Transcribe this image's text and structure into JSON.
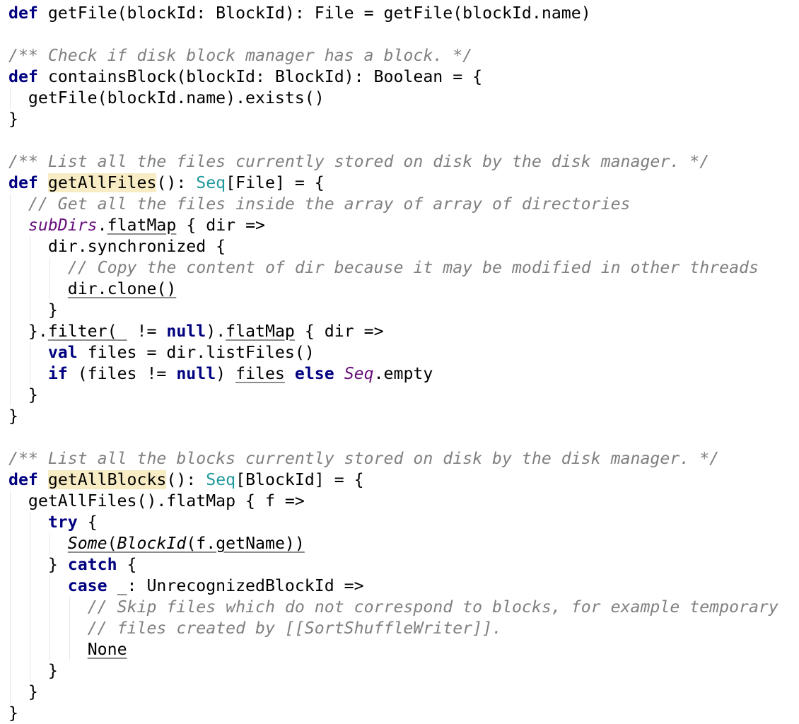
{
  "editor": {
    "language": "scala",
    "lines": [
      {
        "indent": 0,
        "tokens": [
          {
            "t": "def",
            "c": "keyword"
          },
          {
            "t": " getFile(blockId: BlockId): File = getFile(blockId.name)"
          }
        ]
      },
      {
        "indent": 0,
        "tokens": []
      },
      {
        "indent": 0,
        "tokens": [
          {
            "t": "/** Check if disk block manager has a block. */",
            "c": "doc"
          }
        ]
      },
      {
        "indent": 0,
        "tokens": [
          {
            "t": "def",
            "c": "keyword"
          },
          {
            "t": " containsBlock(blockId: BlockId): Boolean = {"
          }
        ]
      },
      {
        "indent": 1,
        "tokens": [
          {
            "t": "getFile(blockId.name).exists()"
          }
        ]
      },
      {
        "indent": 0,
        "tokens": [
          {
            "t": "}"
          }
        ]
      },
      {
        "indent": 0,
        "tokens": []
      },
      {
        "indent": 0,
        "tokens": [
          {
            "t": "/** List all the files currently stored on disk by the disk manager. */",
            "c": "doc"
          }
        ]
      },
      {
        "indent": 0,
        "tokens": [
          {
            "t": "def",
            "c": "keyword"
          },
          {
            "t": " "
          },
          {
            "t": "getAllFiles",
            "c": "hl"
          },
          {
            "t": "(): "
          },
          {
            "t": "Seq",
            "c": "type"
          },
          {
            "t": "[File] = {"
          }
        ]
      },
      {
        "indent": 1,
        "tokens": [
          {
            "t": "// Get all the files inside the array of array of directories",
            "c": "comment"
          }
        ]
      },
      {
        "indent": 1,
        "tokens": [
          {
            "t": "subDirs",
            "c": "member"
          },
          {
            "t": "."
          },
          {
            "t": "flatMap",
            "c": "ul"
          },
          {
            "t": " { dir =>"
          }
        ]
      },
      {
        "indent": 2,
        "tokens": [
          {
            "t": "dir.synchronized {"
          }
        ]
      },
      {
        "indent": 3,
        "tokens": [
          {
            "t": "// Copy the content of dir because it may be modified in other threads",
            "c": "comment"
          }
        ]
      },
      {
        "indent": 3,
        "tokens": [
          {
            "t": "dir.clone()",
            "c": "ul"
          }
        ]
      },
      {
        "indent": 2,
        "tokens": [
          {
            "t": "}"
          }
        ]
      },
      {
        "indent": 1,
        "tokens": [
          {
            "t": "}."
          },
          {
            "t": "filter(",
            "c": "ul"
          },
          {
            "t": "_ != "
          },
          {
            "t": "null",
            "c": "keyword"
          },
          {
            "t": ")."
          },
          {
            "t": "flatMap",
            "c": "ul"
          },
          {
            "t": " { dir =>"
          }
        ]
      },
      {
        "indent": 2,
        "tokens": [
          {
            "t": "val",
            "c": "keyword"
          },
          {
            "t": " files = dir.listFiles()"
          }
        ]
      },
      {
        "indent": 2,
        "tokens": [
          {
            "t": "if",
            "c": "keyword"
          },
          {
            "t": " (files != "
          },
          {
            "t": "null",
            "c": "keyword"
          },
          {
            "t": ") "
          },
          {
            "t": "files",
            "c": "ul"
          },
          {
            "t": " "
          },
          {
            "t": "else",
            "c": "keyword"
          },
          {
            "t": " "
          },
          {
            "t": "Seq",
            "c": "obj"
          },
          {
            "t": ".empty"
          }
        ]
      },
      {
        "indent": 1,
        "tokens": [
          {
            "t": "}"
          }
        ]
      },
      {
        "indent": 0,
        "tokens": [
          {
            "t": "}"
          }
        ]
      },
      {
        "indent": 0,
        "tokens": []
      },
      {
        "indent": 0,
        "tokens": [
          {
            "t": "/** List all the blocks currently stored on disk by the disk manager. */",
            "c": "doc"
          }
        ]
      },
      {
        "indent": 0,
        "tokens": [
          {
            "t": "def",
            "c": "keyword"
          },
          {
            "t": " "
          },
          {
            "t": "getAllBlocks",
            "c": "hl"
          },
          {
            "t": "(): "
          },
          {
            "t": "Seq",
            "c": "type"
          },
          {
            "t": "[BlockId] = {"
          }
        ]
      },
      {
        "indent": 1,
        "tokens": [
          {
            "t": "getAllFiles().flatMap { f =>"
          }
        ]
      },
      {
        "indent": 2,
        "tokens": [
          {
            "t": "try",
            "c": "keyword"
          },
          {
            "t": " {"
          }
        ]
      },
      {
        "indent": 3,
        "tokens": [
          {
            "t": "Some",
            "c": "ul-italic"
          },
          {
            "t": "(",
            "c": "ul"
          },
          {
            "t": "BlockId",
            "c": "ul-italic"
          },
          {
            "t": "(f.getName))",
            "c": "ul"
          }
        ]
      },
      {
        "indent": 2,
        "tokens": [
          {
            "t": "} "
          },
          {
            "t": "catch",
            "c": "keyword"
          },
          {
            "t": " {"
          }
        ]
      },
      {
        "indent": 3,
        "tokens": [
          {
            "t": "case",
            "c": "keyword"
          },
          {
            "t": " _: UnrecognizedBlockId =>"
          }
        ]
      },
      {
        "indent": 4,
        "tokens": [
          {
            "t": "// Skip files which do not correspond to blocks, for example temporary",
            "c": "comment"
          }
        ]
      },
      {
        "indent": 4,
        "tokens": [
          {
            "t": "// files created by [[SortShuffleWriter]].",
            "c": "comment"
          }
        ]
      },
      {
        "indent": 4,
        "tokens": [
          {
            "t": "None",
            "c": "ul"
          }
        ]
      },
      {
        "indent": 2,
        "tokens": [
          {
            "t": "}"
          }
        ]
      },
      {
        "indent": 1,
        "tokens": [
          {
            "t": "}"
          }
        ]
      },
      {
        "indent": 0,
        "tokens": [
          {
            "t": "}"
          }
        ]
      }
    ]
  }
}
